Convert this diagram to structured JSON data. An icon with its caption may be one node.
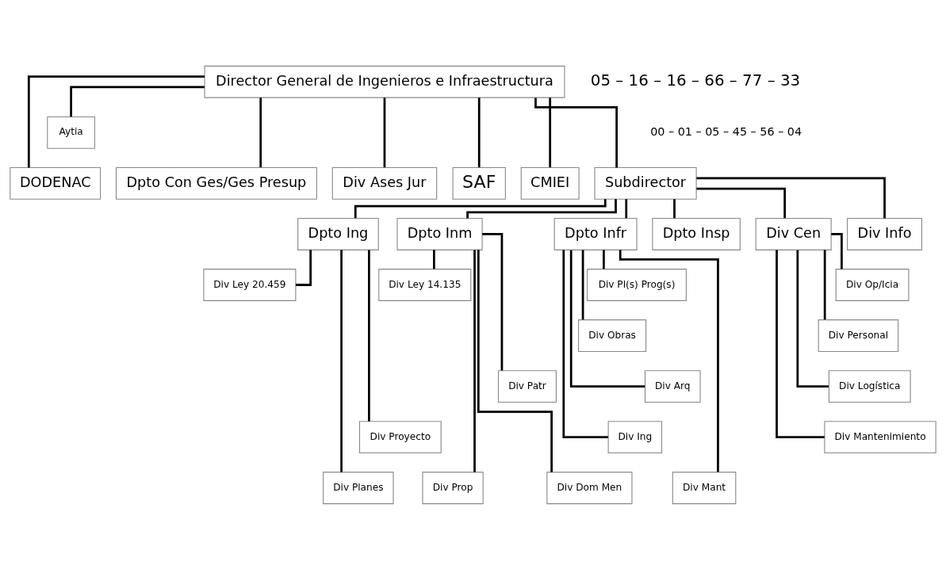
{
  "diagram": {
    "nodes": [
      {
        "text": [
          "Director General de Ingenieros e Infraestructura"
        ]
      },
      {
        "text": [
          "Aytia"
        ]
      },
      {
        "text": [
          "DODENAC"
        ]
      },
      {
        "text": [
          "Dpto Con Ges/Ges Presup"
        ]
      },
      {
        "text": [
          "Div Ases Jur"
        ]
      },
      {
        "text": [
          "SAF"
        ]
      },
      {
        "text": [
          "CMIEI"
        ]
      },
      {
        "text": [
          "Subdirector"
        ]
      },
      {
        "text": [
          "Dpto Ing"
        ]
      },
      {
        "text": [
          "Dpto Inm"
        ]
      },
      {
        "text": [
          "Dpto Infr"
        ]
      },
      {
        "text": [
          "Dpto Insp"
        ]
      },
      {
        "text": [
          "Div Cen"
        ]
      },
      {
        "text": [
          "Div Info"
        ]
      },
      {
        "text": [
          "Div Ley 20.459"
        ]
      },
      {
        "text": [
          "Div Planes"
        ]
      },
      {
        "text": [
          "Div Proyecto"
        ]
      },
      {
        "text": [
          "Div Ley 14.135"
        ]
      },
      {
        "text": [
          "Div Prop"
        ]
      },
      {
        "text": [
          "Div Patr"
        ]
      },
      {
        "text": [
          "Div Dom Men"
        ]
      },
      {
        "text": [
          "Div Pl(s) Prog(s)"
        ]
      },
      {
        "text": [
          "Div Obras"
        ]
      },
      {
        "text": [
          "Div Arq"
        ]
      },
      {
        "text": [
          "Div Ing"
        ]
      },
      {
        "text": [
          "Div Mant"
        ]
      },
      {
        "text": [
          "Div Op/Icia"
        ]
      },
      {
        "text": [
          "Div Personal"
        ]
      },
      {
        "text": [
          "Div Logística"
        ]
      },
      {
        "text": [
          "Div Mantenimiento"
        ]
      }
    ],
    "edges": [
      {
        "from": 0,
        "to": 1,
        "arrow": "none"
      },
      {
        "from": 0,
        "to": 2,
        "arrow": "none"
      },
      {
        "from": 0,
        "to": 3,
        "arrow": "none"
      },
      {
        "from": 0,
        "to": 4,
        "arrow": "none"
      },
      {
        "from": 0,
        "to": 5,
        "arrow": "none"
      },
      {
        "from": 0,
        "to": 6,
        "arrow": "none"
      },
      {
        "from": 0,
        "to": 7,
        "arrow": "none"
      },
      {
        "from": 7,
        "to": 8,
        "arrow": "none"
      },
      {
        "from": 7,
        "to": 9,
        "arrow": "none"
      },
      {
        "from": 7,
        "to": 10,
        "arrow": "none"
      },
      {
        "from": 7,
        "to": 11,
        "arrow": "none"
      },
      {
        "from": 7,
        "to": 12,
        "arrow": "none"
      },
      {
        "from": 7,
        "to": 13,
        "arrow": "none"
      },
      {
        "from": 8,
        "to": 14,
        "arrow": "none"
      },
      {
        "from": 8,
        "to": 15,
        "arrow": "none"
      },
      {
        "from": 8,
        "to": 16,
        "arrow": "none"
      },
      {
        "from": 9,
        "to": 17,
        "arrow": "none"
      },
      {
        "from": 9,
        "to": 18,
        "arrow": "none"
      },
      {
        "from": 9,
        "to": 19,
        "arrow": "none"
      },
      {
        "from": 9,
        "to": 20,
        "arrow": "none"
      },
      {
        "from": 10,
        "to": 21,
        "arrow": "none"
      },
      {
        "from": 10,
        "to": 22,
        "arrow": "none"
      },
      {
        "from": 10,
        "to": 23,
        "arrow": "none"
      },
      {
        "from": 10,
        "to": 24,
        "arrow": "none"
      },
      {
        "from": 10,
        "to": 25,
        "arrow": "none"
      },
      {
        "from": 12,
        "to": 26,
        "arrow": "none"
      },
      {
        "from": 12,
        "to": 27,
        "arrow": "none"
      },
      {
        "from": 12,
        "to": 28,
        "arrow": "none"
      },
      {
        "from": 12,
        "to": 29,
        "arrow": "none"
      }
    ],
    "labels": [
      "05 – 16 – 16 – 66 – 77 – 33",
      "00 – 01 – 05 – 45 – 56 – 04"
    ]
  }
}
